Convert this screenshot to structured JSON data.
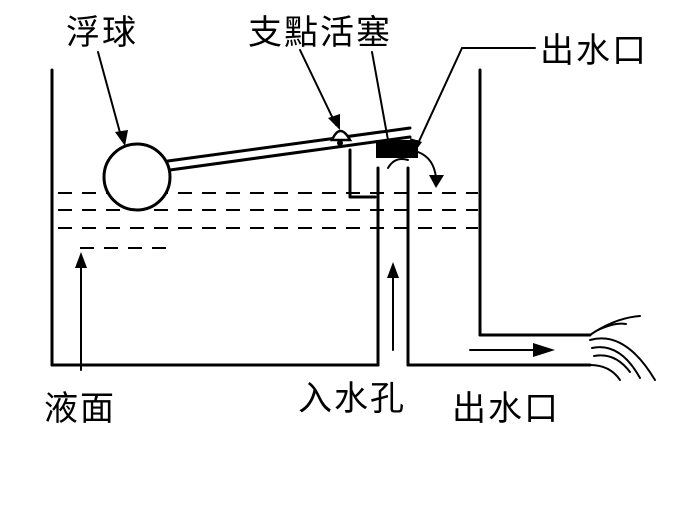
{
  "labels": {
    "float": "浮球",
    "pivot_piston": "支點活塞",
    "outlet_top": "出水口",
    "liquid_level": "液面",
    "inlet": "入水孔",
    "outlet_bottom": "出水口"
  },
  "colors": {
    "ink": "#000000",
    "background": "#ffffff"
  }
}
